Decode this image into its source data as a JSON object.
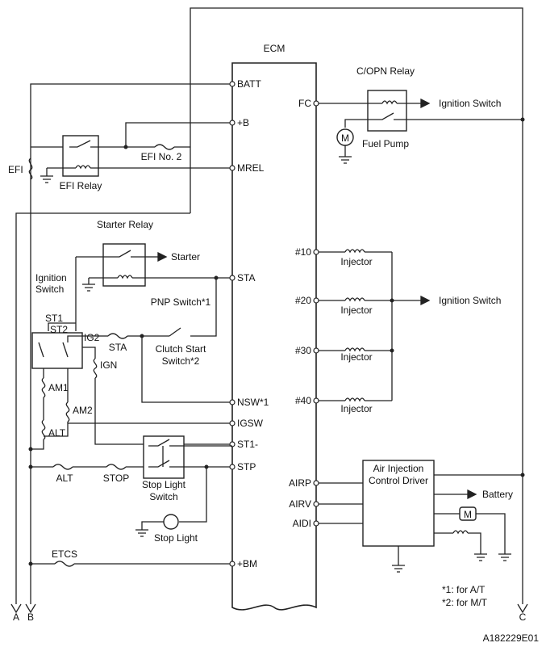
{
  "ecm": {
    "title": "ECM",
    "pins_left": [
      "BATT",
      "+B",
      "MREL",
      "STA",
      "NSW*1",
      "IGSW",
      "ST1-",
      "STP",
      "+BM"
    ],
    "pins_right": [
      "FC",
      "#10",
      "#20",
      "#30",
      "#40",
      "AIRP",
      "AIRV",
      "AIDI"
    ]
  },
  "left": {
    "efi": "EFI",
    "efi_relay": "EFI Relay",
    "efi_no2": "EFI No. 2",
    "starter_relay": "Starter Relay",
    "starter": "Starter",
    "ignition_switch_1": "Ignition",
    "ignition_switch_2": "Switch",
    "st1": "ST1",
    "st2": "ST2",
    "ig2": "IG2",
    "sta_fuse": "STA",
    "ign": "IGN",
    "am1": "AM1",
    "am2": "AM2",
    "alt_upper": "ALT",
    "pnp_switch": "PNP Switch*1",
    "clutch_1": "Clutch Start",
    "clutch_2": "Switch*2",
    "alt_lower": "ALT",
    "stop": "STOP",
    "stop_light_switch_1": "Stop Light",
    "stop_light_switch_2": "Switch",
    "stop_light": "Stop Light",
    "etcs": "ETCS",
    "connector_a": "A",
    "connector_b": "B"
  },
  "right": {
    "copn_relay": "C/OPN Relay",
    "ignition_switch_fc": "Ignition Switch",
    "fuel_pump": "Fuel Pump",
    "motor": "M",
    "injector": "Injector",
    "ignition_switch_inj": "Ignition Switch",
    "air_1": "Air Injection",
    "air_2": "Control Driver",
    "battery": "Battery",
    "connector_c": "C"
  },
  "notes": {
    "note1": "*1: for A/T",
    "note2": "*2: for M/T",
    "figure_id": "A182229E01"
  }
}
